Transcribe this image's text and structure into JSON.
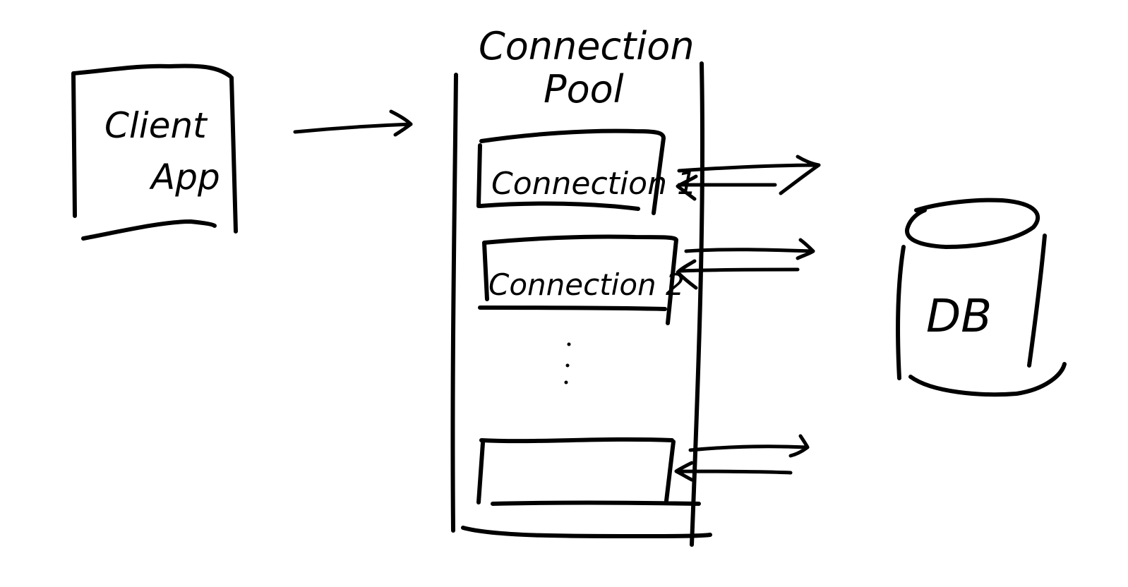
{
  "diagram": {
    "client_label_line1": "Client",
    "client_label_line2": "App",
    "pool_title_line1": "Connection",
    "pool_title_line2": "Pool",
    "connection_1_label": "Connection 1",
    "connection_2_label": "Connection 2",
    "db_label": "DB",
    "ink_color": "#000000",
    "background_color": "#ffffff"
  }
}
